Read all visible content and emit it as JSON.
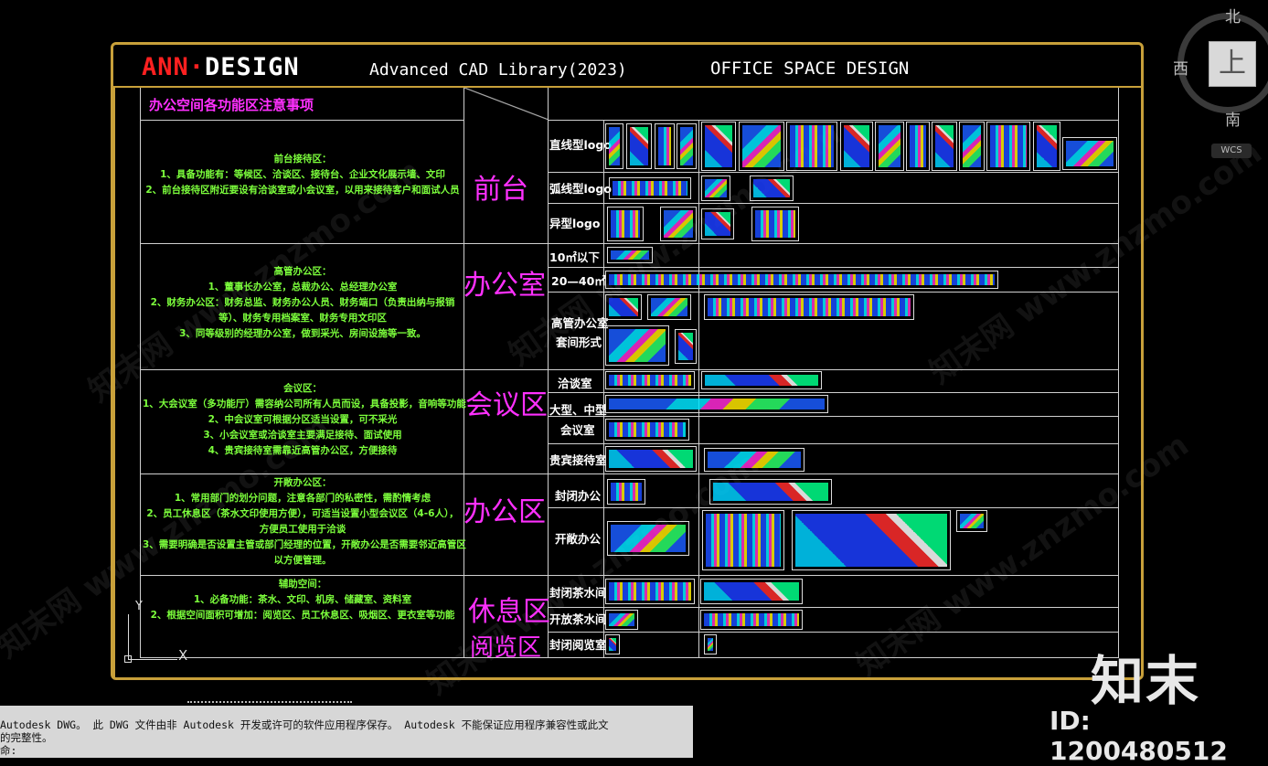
{
  "title_bar": {
    "brand_red": "ANN",
    "brand_dot": "·",
    "brand_white": "DESIGN",
    "library": "Advanced CAD Library(2023)",
    "project": "OFFICE SPACE DESIGN"
  },
  "heading": "办公空间各功能区注意事项",
  "sections": [
    {
      "category": "前台",
      "notes": [
        "前台接待区：",
        "1、具备功能有：等候区、洽谈区、接待台、企业文化展示墙、文印",
        "2、前台接待区附近要设有洽谈室或小会议室，以用来接待客户和面试人员"
      ],
      "rows": [
        "直线型logo",
        "弧线型logo",
        "异型logo"
      ]
    },
    {
      "category": "办公室",
      "notes": [
        "高管办公区：",
        "1、董事长办公室，总裁办公、总经理办公室",
        "2、财务办公区：财务总监、财务办公人员、财务端口（负责出纳与报销",
        "等）、财务专用档案室、财务专用文印区",
        "3、同等级别的经理办公室，做到采光、房间设施等一致。"
      ],
      "rows": [
        "10㎡以下",
        "20—40㎡",
        "高管办公室",
        "套间形式"
      ]
    },
    {
      "category": "会议区",
      "notes": [
        "会议区：",
        "1、大会议室（多功能厅）需容纳公司所有人员而设，具备投影，音响等功能",
        "2、中会议室可根据分区适当设置，可不采光",
        "3、小会议室或洽谈室主要满足接待、面试使用",
        "4、贵宾接待室需靠近高管办公区，方便接待"
      ],
      "rows": [
        "洽谈室",
        "大型、中型",
        "会议室",
        "贵宾接待室"
      ]
    },
    {
      "category": "办公区",
      "notes": [
        "开敞办公区：",
        "1、常用部门的划分问题，注意各部门的私密性，需酌情考虑",
        "2、员工休息区（茶水文印使用方便），可适当设置小型会议区（4-6人），",
        "方便员工使用于洽谈",
        "3、需要明确是否设置主管或部门经理的位置，开敞办公是否需要邻近高管区",
        "以方便管理。"
      ],
      "rows": [
        "封闭办公",
        "开敞办公"
      ]
    },
    {
      "category": "休息区",
      "category2": "阅览区",
      "notes": [
        "辅助空间：",
        "1、必备功能：茶水、文印、机房、储藏室、资料室",
        "2、根据空间面积可增加：阅览区、员工休息区、吸烟区、更衣室等功能"
      ],
      "rows": [
        "封闭茶水间",
        "开放茶水间",
        "封闭阅览室"
      ]
    }
  ],
  "compass": {
    "north": "北",
    "west": "西",
    "south": "南",
    "cube": "上",
    "wcs": "WCS"
  },
  "ucs": {
    "y": "Y",
    "x": "X"
  },
  "watermark": {
    "logo": "知末",
    "id": "ID: 1200480512",
    "diag": "知末网 www.znzmo.com"
  },
  "command_line": [
    " Autodesk DWG。  此 DWG 文件由非 Autodesk 开发或许可的软件应用程序保存。  Autodesk 不能保证应用程序兼容性或此文",
    "的完整性。",
    "命:"
  ]
}
